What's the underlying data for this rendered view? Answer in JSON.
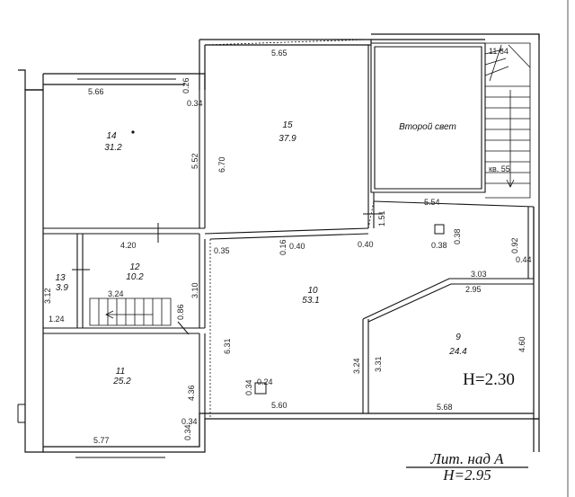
{
  "rooms": [
    {
      "id": "r14",
      "number": "14",
      "area": "31.2"
    },
    {
      "id": "r15",
      "number": "15",
      "area": "37.9"
    },
    {
      "id": "r13",
      "number": "13",
      "area": "3.9"
    },
    {
      "id": "r12",
      "number": "12",
      "area": "10.2"
    },
    {
      "id": "r10",
      "number": "10",
      "area": "53.1"
    },
    {
      "id": "r11",
      "number": "11",
      "area": "25.2"
    },
    {
      "id": "r9",
      "number": "9",
      "area": "24.4"
    }
  ],
  "second_light": "Второй свет",
  "stair_label": "кв. 55",
  "room9_height": "H=2.30",
  "title": {
    "line1": "Лит. над А",
    "line2": "H=2.95"
  },
  "dimensions": {
    "d565": "5.65",
    "d566": "5.66",
    "d164": "11.64",
    "d026": "0.26",
    "d034a": "0.34",
    "d552": "5.52",
    "d670": "6.70",
    "d151": "1.51",
    "d554": "5.54",
    "d038a": "0.38",
    "d038b": "0.38",
    "d092": "0.92",
    "d044": "0.44",
    "d420": "4.20",
    "d035": "0.35",
    "d016": "0.16",
    "d040a": "0.40",
    "d040b": "0.40",
    "d303": "3.03",
    "d295": "2.95",
    "d312": "3.12",
    "d324a": "3.24",
    "d310": "3.10",
    "d124": "1.24",
    "d086": "0.86",
    "d631": "6.31",
    "d324b": "3.24",
    "d331": "3.31",
    "d460": "4.60",
    "d024": "0.24",
    "d034b": "0.34",
    "d436": "4.36",
    "d034c": "0.34",
    "d034d": "0.34",
    "d560": "5.60",
    "d568": "5.68",
    "d577": "5.77"
  }
}
